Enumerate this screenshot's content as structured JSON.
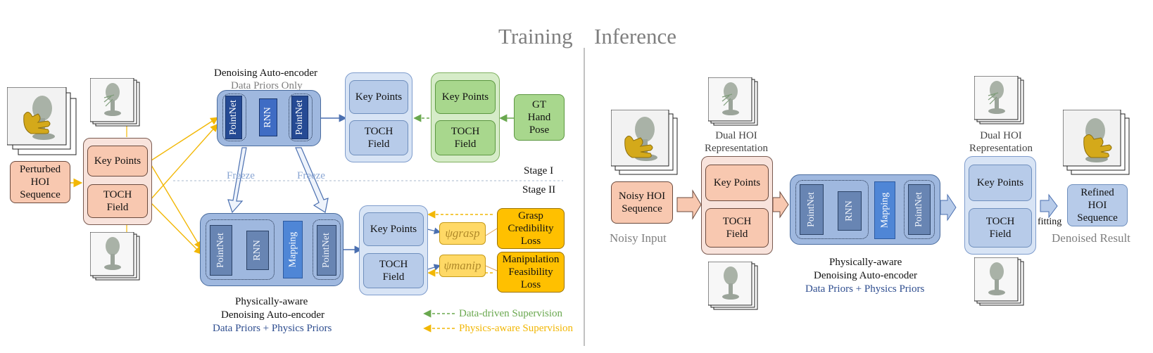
{
  "headers": {
    "training": "Training",
    "inference": "Inference"
  },
  "training": {
    "perturbed_input": "Perturbed HOI Sequence",
    "dual_rep": {
      "key_points": "Key Points",
      "toch_field": "TOCH Field"
    },
    "denoising_ae": {
      "title": "Denoising Auto-encoder",
      "subtitle": "Data Priors Only",
      "modules": [
        "PointNet",
        "RNN",
        "PointNet"
      ]
    },
    "ae_output": {
      "key_points": "Key Points",
      "toch_field": "TOCH Field"
    },
    "gt_output": {
      "key_points": "Key Points",
      "toch_field": "TOCH Field"
    },
    "gt_hand_pose": "GT Hand Pose",
    "freeze_left": "Freeze",
    "freeze_right": "Freeze",
    "stage1": "Stage I",
    "stage2": "Stage II",
    "phys_ae": {
      "modules": [
        "PointNet",
        "RNN",
        "Mapping",
        "PointNet"
      ],
      "title_line1": "Physically-aware",
      "title_line2": "Denoising Auto-encoder",
      "subtitle": "Data Priors + Physics Priors"
    },
    "phys_output": {
      "key_points": "Key Points",
      "toch_field": "TOCH Field"
    },
    "psi_grasp": "ψgrasp",
    "psi_manip": "ψmanip",
    "grasp_loss": "Grasp Credibility Loss",
    "manip_loss": "Manipulation Feasibility Loss",
    "legend": {
      "data_driven": "Data-driven Supervision",
      "physics_aware": "Physics-aware Supervision"
    }
  },
  "inference": {
    "noisy_input": "Noisy HOI Sequence",
    "noisy_caption": "Noisy Input",
    "dual_label_left": "Dual HOI Representation",
    "dual_label_right": "Dual HOI Representation",
    "left_rep": {
      "key_points": "Key Points",
      "toch_field": "TOCH Field"
    },
    "encoder": {
      "modules": [
        "PointNet",
        "RNN",
        "Mapping",
        "PointNet"
      ],
      "title_line1": "Physically-aware",
      "title_line2": "Denoising Auto-encoder",
      "subtitle": "Data Priors + Physics Priors"
    },
    "right_rep": {
      "key_points": "Key Points",
      "toch_field": "TOCH Field"
    },
    "fitting": "fitting",
    "refined": "Refined HOI Sequence",
    "result_caption": "Denoised Result"
  },
  "colors": {
    "salmon": "#f8c8b0",
    "blue": "#b7cbe9",
    "green": "#a8d78d",
    "orange": "#ffc000",
    "yellow_arrow": "#f2b705",
    "green_arrow": "#6aa84f",
    "dark_blue_text": "#2e4d8f",
    "gray_text": "#7f7f7f"
  }
}
